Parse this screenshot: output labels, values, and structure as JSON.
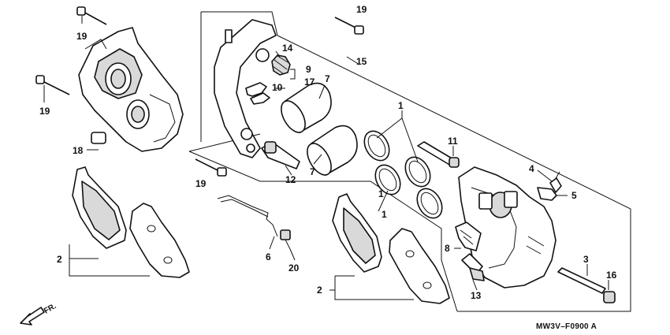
{
  "diagram": {
    "code": "MW3V–F0900 A",
    "direction_label": "FR.",
    "callouts": {
      "c19a": "19",
      "c19b": "19",
      "c19c": "19",
      "c19d": "19",
      "c18": "18",
      "c2a": "2",
      "c2b": "2",
      "c14": "14",
      "c9": "9",
      "c10": "10",
      "c17": "17",
      "c7a": "7",
      "c7b": "7",
      "c15": "15",
      "c12": "12",
      "c1a": "1",
      "c1b": "1",
      "c1c": "1",
      "c11": "11",
      "c4": "4",
      "c5": "5",
      "c6": "6",
      "c20": "20",
      "c8": "8",
      "c3": "3",
      "c13": "13",
      "c16": "16"
    }
  }
}
